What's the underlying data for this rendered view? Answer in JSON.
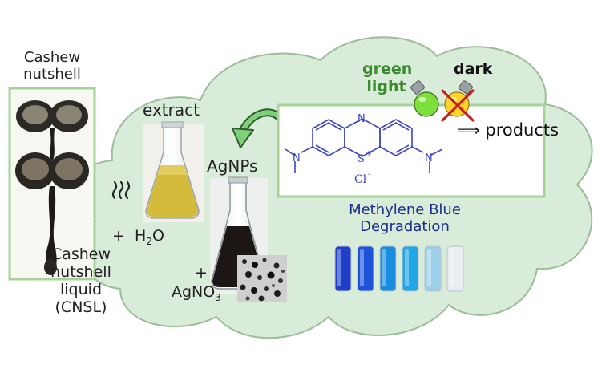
{
  "left": {
    "title_line1": "Cashew",
    "title_line2": "nutshell",
    "cnsl_line1": "Cashew",
    "cnsl_line2": "nutshell",
    "cnsl_line3": "liquid",
    "cnsl_line4": "(CNSL)"
  },
  "process": {
    "extract_label": "extract",
    "agnps_label": "AgNPs",
    "heat_icon": "heat-icon",
    "plus_water_plus": "+",
    "plus_water_formula": "H",
    "plus_water_sub": "2",
    "plus_water_tail": "O",
    "plus_silver_plus": "+",
    "silver_formula": "AgNO",
    "silver_sub": "3"
  },
  "reaction": {
    "green_light_line1": "green",
    "green_light_line2": "light",
    "dark_label": "dark",
    "arrow_text": "⟹",
    "products_label": "products",
    "molecule": {
      "n_top": "N",
      "n_left": "N",
      "n_right": "N",
      "s_plus": "S",
      "s_charge": "+",
      "cl": "Cl",
      "cl_charge": "-"
    }
  },
  "result": {
    "line1": "Methylene Blue",
    "line2": "Degradation",
    "vial_colors": [
      "#1f3fc9",
      "#1e52d8",
      "#1a8ce0",
      "#22a6e6",
      "#9ecfe8",
      "#e6eef2"
    ]
  },
  "colors": {
    "cloud_fill": "#d9ecd9",
    "cloud_stroke": "#9bbd98",
    "frame_green": "#a5d49a",
    "molecule_blue": "#3b45c4",
    "bulb_green": "#7de03a",
    "bulb_yellow": "#ffd32a",
    "cross_red": "#d11818"
  }
}
